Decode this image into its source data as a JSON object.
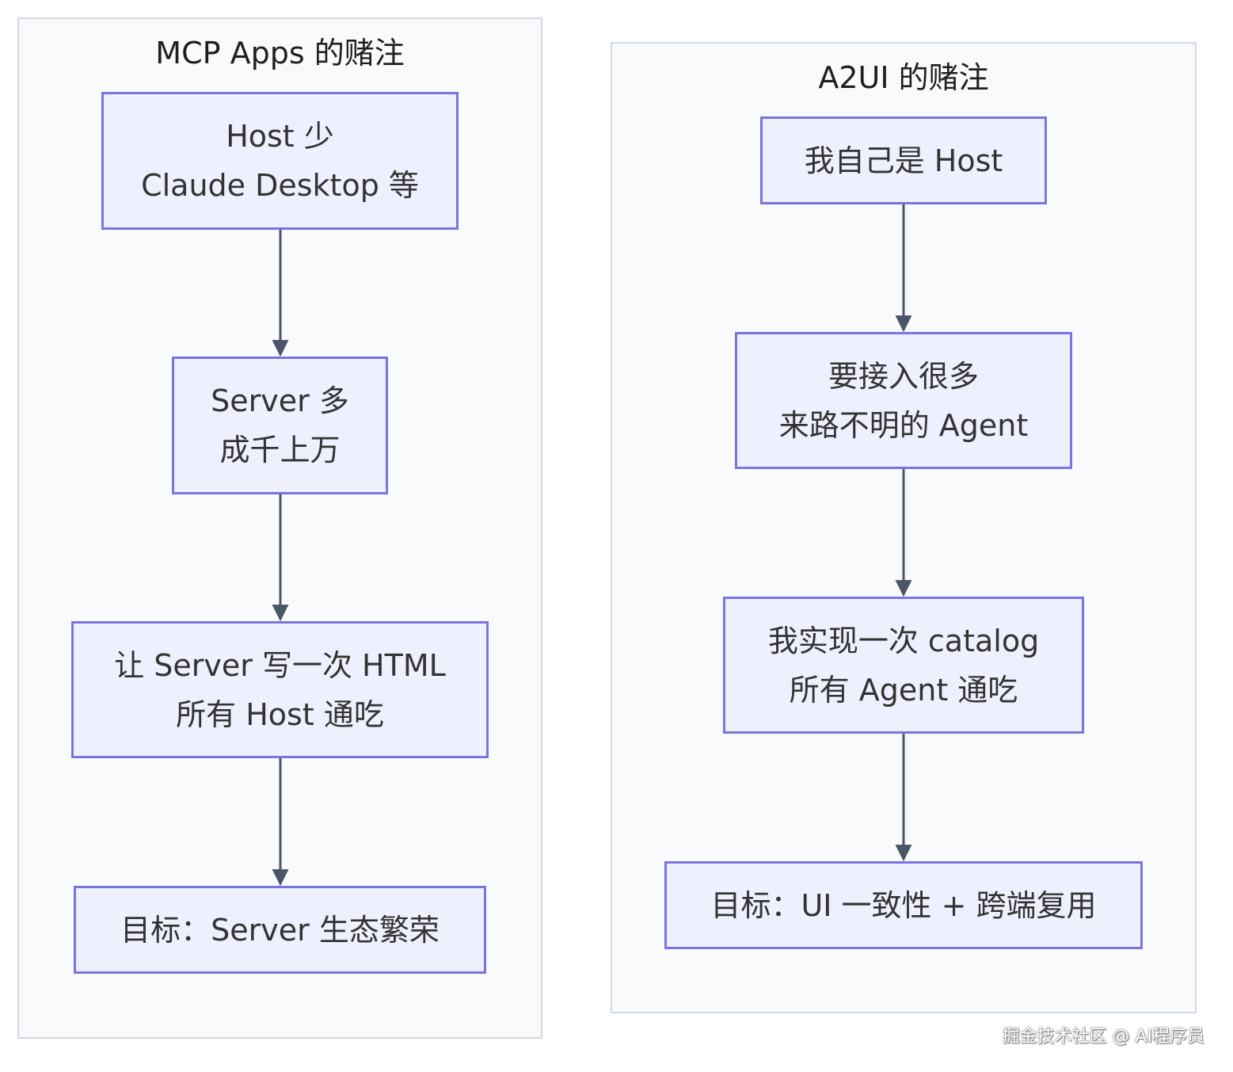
{
  "left": {
    "title": "MCP Apps 的赌注",
    "nodes": [
      {
        "lines": [
          "Host 少",
          "Claude Desktop 等"
        ]
      },
      {
        "lines": [
          "Server 多",
          "成千上万"
        ]
      },
      {
        "lines": [
          "让 Server 写一次 HTML",
          "所有 Host 通吃"
        ]
      },
      {
        "lines": [
          "目标：Server 生态繁荣"
        ]
      }
    ]
  },
  "right": {
    "title": "A2UI 的赌注",
    "nodes": [
      {
        "lines": [
          "我自己是 Host"
        ]
      },
      {
        "lines": [
          "要接入很多",
          "来路不明的 Agent"
        ]
      },
      {
        "lines": [
          "我实现一次 catalog",
          "所有 Agent 通吃"
        ]
      },
      {
        "lines": [
          "目标：UI 一致性 + 跨端复用"
        ]
      }
    ]
  },
  "watermark": "掘金技术社区 @ AI程序员",
  "colors": {
    "node_fill": "#eef1fd",
    "node_border": "#7b74e0",
    "cluster_fill": "#f8fafc",
    "cluster_border": "#d4d9e1",
    "edge": "#4a5568"
  }
}
